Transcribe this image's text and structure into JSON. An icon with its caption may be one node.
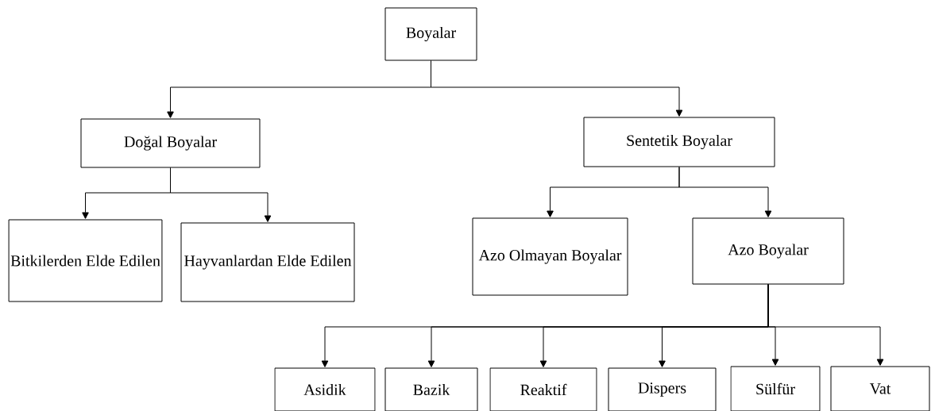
{
  "diagram": {
    "nodes": [
      {
        "text": [
          "Boyalar"
        ]
      },
      {
        "text": [
          "Doğal Boyalar"
        ]
      },
      {
        "text": [
          "Sentetik Boyalar"
        ]
      },
      {
        "text": [
          "Bitkilerden Elde Edilen"
        ]
      },
      {
        "text": [
          "Hayvanlardan Elde Edilen"
        ]
      },
      {
        "text": [
          "Azo Olmayan Boyalar"
        ]
      },
      {
        "text": [
          "Azo Boyalar"
        ]
      },
      {
        "text": [
          "Asidik"
        ]
      },
      {
        "text": [
          "Bazik"
        ]
      },
      {
        "text": [
          "Reaktif"
        ]
      },
      {
        "text": [
          "Dispers"
        ]
      },
      {
        "text": [
          "Sülfür"
        ]
      },
      {
        "text": [
          "Vat"
        ]
      }
    ],
    "edges": [
      {
        "from": 0,
        "to": 1,
        "arrow": "to"
      },
      {
        "from": 0,
        "to": 2,
        "arrow": "to"
      },
      {
        "from": 1,
        "to": 3,
        "arrow": "to"
      },
      {
        "from": 1,
        "to": 4,
        "arrow": "to"
      },
      {
        "from": 2,
        "to": 5,
        "arrow": "to"
      },
      {
        "from": 2,
        "to": 6,
        "arrow": "to"
      },
      {
        "from": 6,
        "to": 7,
        "arrow": "to"
      },
      {
        "from": 6,
        "to": 8,
        "arrow": "to"
      },
      {
        "from": 6,
        "to": 9,
        "arrow": "to"
      },
      {
        "from": 6,
        "to": 10,
        "arrow": "to"
      },
      {
        "from": 6,
        "to": 11,
        "arrow": "to"
      },
      {
        "from": 6,
        "to": 12,
        "arrow": "to"
      }
    ]
  }
}
